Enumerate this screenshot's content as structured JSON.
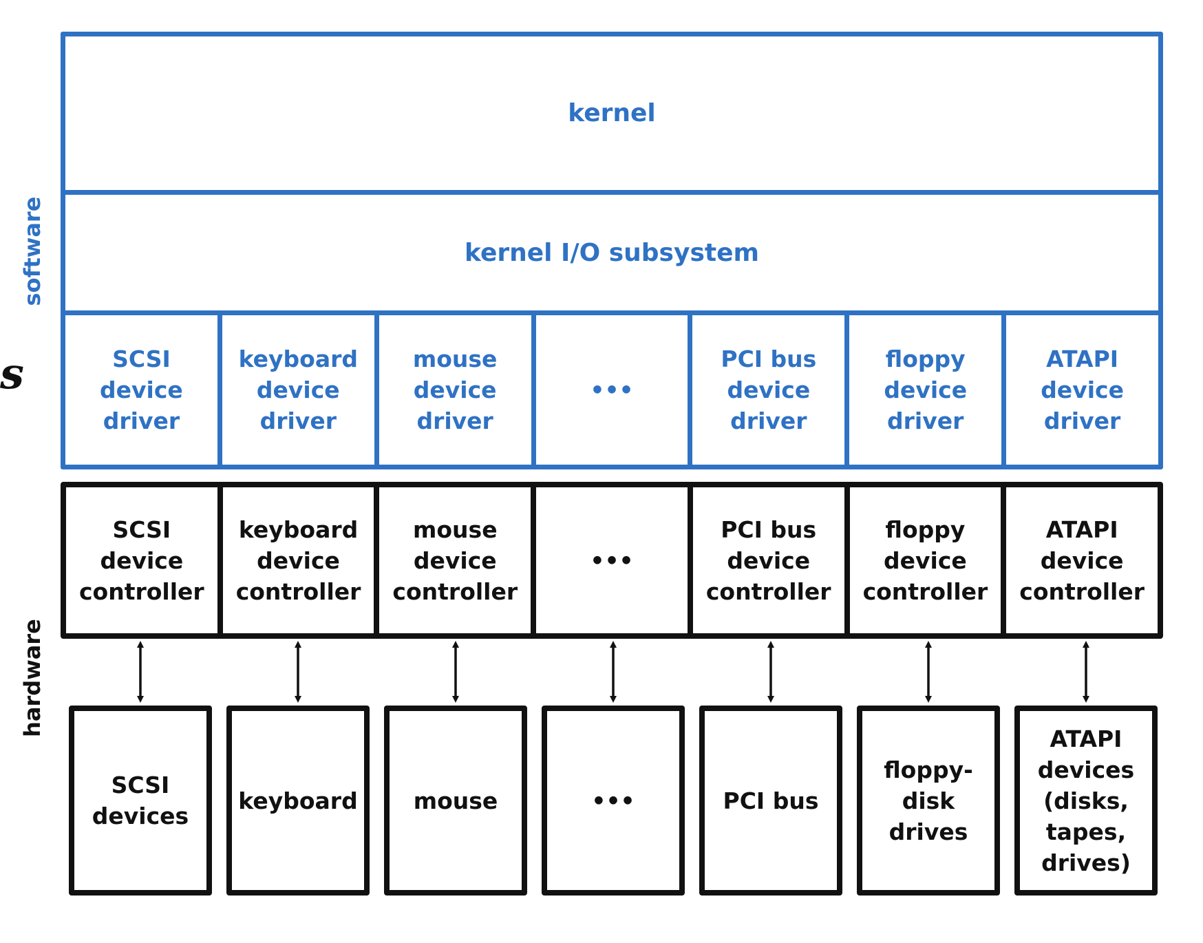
{
  "side_labels": {
    "software": "software",
    "hardware": "hardware"
  },
  "edge_mark": "s",
  "software": {
    "kernel": "kernel",
    "io_subsystem": "kernel I/O subsystem",
    "drivers": [
      "SCSI\ndevice\ndriver",
      "keyboard\ndevice\ndriver",
      "mouse\ndevice\ndriver",
      "•••",
      "PCI bus\ndevice\ndriver",
      "floppy\ndevice\ndriver",
      "ATAPI\ndevice\ndriver"
    ]
  },
  "hardware": {
    "controllers": [
      "SCSI\ndevice\ncontroller",
      "keyboard\ndevice\ncontroller",
      "mouse\ndevice\ncontroller",
      "•••",
      "PCI bus\ndevice\ncontroller",
      "floppy\ndevice\ncontroller",
      "ATAPI\ndevice\ncontroller"
    ],
    "devices": [
      "SCSI\ndevices",
      "keyboard",
      "mouse",
      "•••",
      "PCI bus",
      "floppy-\ndisk\ndrives",
      "ATAPI\ndevices\n(disks,\ntapes,\ndrives)"
    ]
  },
  "colors": {
    "software": "#2f72c4",
    "hardware": "#111111"
  }
}
